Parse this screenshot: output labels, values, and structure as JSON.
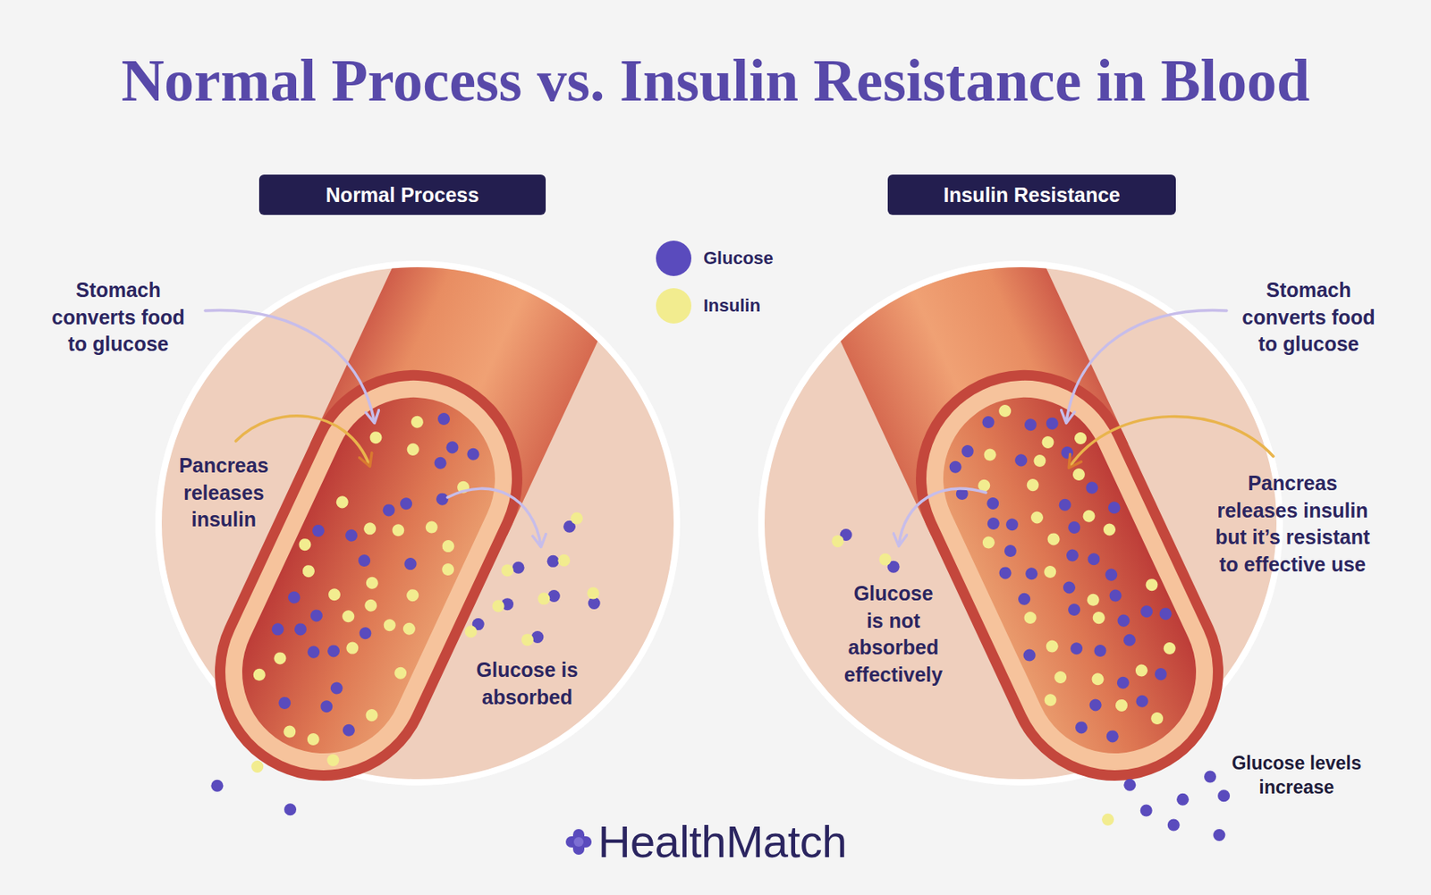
{
  "diagram": {
    "title": "Normal Process vs. Insulin Resistance in Blood",
    "nodes": [
      {
        "text": [
          "Normal Process"
        ]
      },
      {
        "text": [
          "Insulin Resistance"
        ]
      }
    ],
    "labels": [
      "Stomach converts food to glucose",
      "Pancreas releases insulin",
      "Glucose is absorbed",
      "Stomach converts food to glucose",
      "Pancreas releases insulin but it’s resistant to effective use",
      "Glucose is not absorbed effectively",
      "Glucose levels increase",
      "HealthMatch"
    ],
    "legend": [
      {
        "text": "Glucose",
        "color": "#5a4bbd"
      },
      {
        "text": "Insulin",
        "color": "#f2ec8f"
      }
    ]
  }
}
